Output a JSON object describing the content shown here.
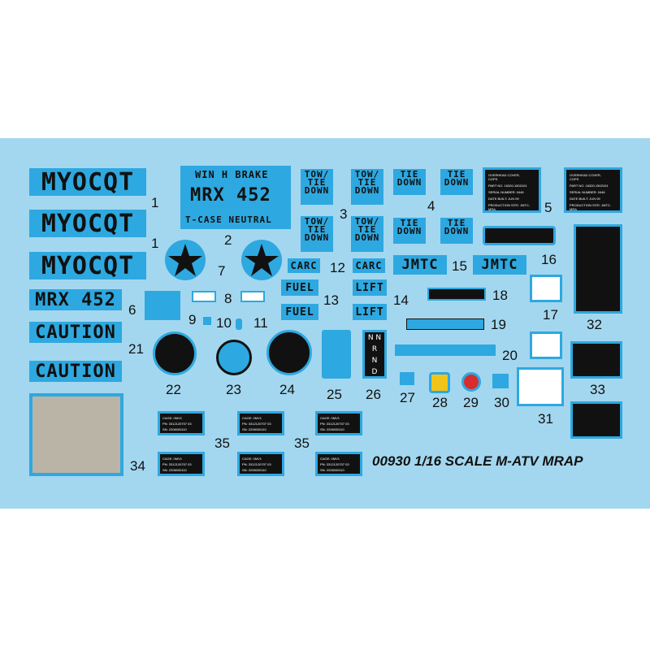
{
  "sheet": {
    "title": "00930 1/16 SCALE M-ATV MRAP",
    "background": "#a3d7ef",
    "decal_blue": "#2ea8e0"
  },
  "decals": {
    "myocqt": "MYOCQT",
    "mrx": "MRX 452",
    "caution": "CAUTION",
    "win_h_brake": "WIN H BRAKE",
    "t_case_neutral": "T-CASE NEUTRAL",
    "tow_tie_down": "TOW/ TIE DOWN",
    "tie_down": "TIE DOWN",
    "carc": "CARC",
    "fuel": "FUEL",
    "lift": "LIFT",
    "jmtc": "JMTC"
  },
  "labels": {
    "n1": "1",
    "n2": "2",
    "n3": "3",
    "n4": "4",
    "n5": "5",
    "n6": "6",
    "n7": "7",
    "n8": "8",
    "n9": "9",
    "n10": "10",
    "n11": "11",
    "n12": "12",
    "n13": "13",
    "n14": "14",
    "n15": "15",
    "n16": "16",
    "n17": "17",
    "n18": "18",
    "n19": "19",
    "n20": "20",
    "n21": "21",
    "n22": "22",
    "n23": "23",
    "n24": "24",
    "n25": "25",
    "n26": "26",
    "n27": "27",
    "n28": "28",
    "n29": "29",
    "n30": "30",
    "n31": "31",
    "n32": "32",
    "n33": "33",
    "n34": "34",
    "n35": "35"
  },
  "plate": {
    "line1": "OVERHEAD COVER,",
    "line2": "CGPS",
    "part": "PART NO. 16320-1502101",
    "serial": "SERIAL NUMBER: 0446",
    "date": "DATE BUILT: JUN 09",
    "site": "PRODUCTION SITE: JMTC-MRA"
  },
  "cage": {
    "cage": "CAGE: 0MV1",
    "pn": "PN: 3312120707 03",
    "sn": "SN: 2206000110"
  },
  "gear": {
    "n": "N N",
    "r": "R",
    "nn": "N",
    "d": "D"
  },
  "icons": [
    "star-icon",
    "gauge-icon",
    "hand-warning-icon",
    "warning-diamond-icon"
  ]
}
